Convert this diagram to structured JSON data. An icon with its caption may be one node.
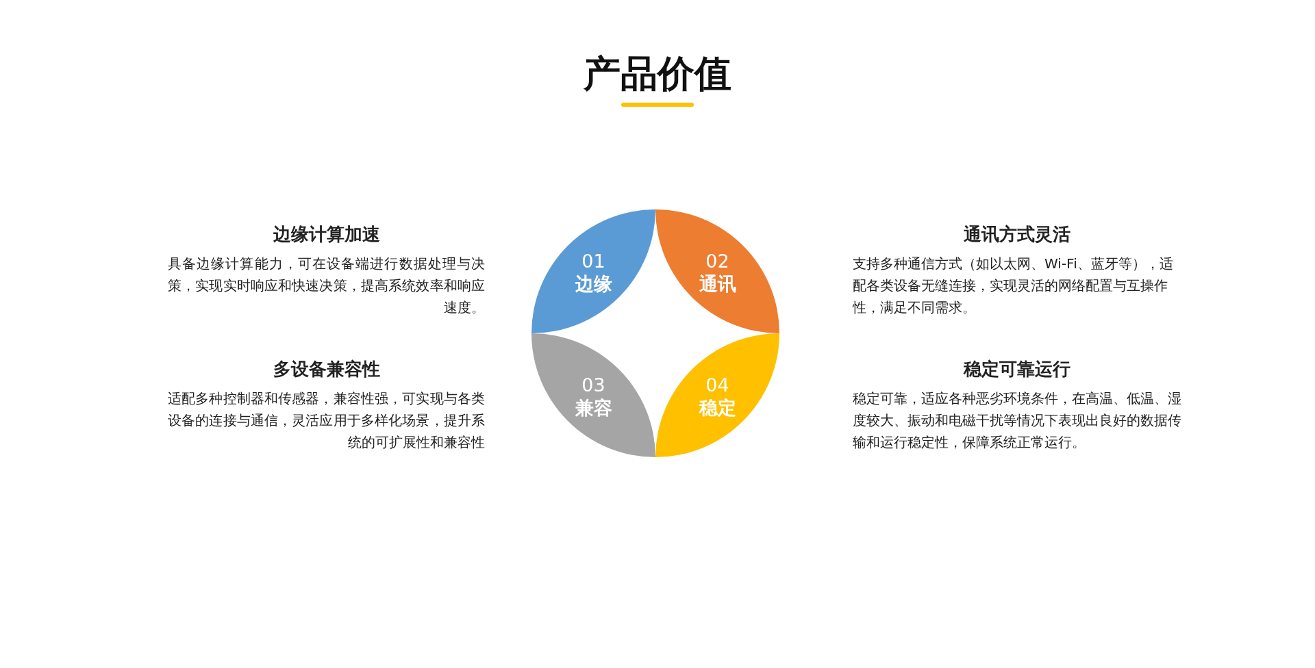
{
  "diagram": {
    "title": "产品价值",
    "nodes": [
      {
        "text": [
          "边缘计算加速",
          "具备边缘计算能力，可在设备端进行数据处理与决策，实现实时响应和快速决策，提高系统效率和响应速度。"
        ]
      },
      {
        "text": [
          "01",
          "边缘"
        ]
      },
      {
        "text": [
          "02",
          "通讯"
        ]
      },
      {
        "text": [
          "通讯方式灵活",
          "支持多种通信方式（如以太网、Wi-Fi、蓝牙等），适配各类设备无缝连接，实现灵活的网络配置与互操作性，满足不同需求。"
        ]
      },
      {
        "text": [
          "多设备兼容性",
          "适配多种控制器和传感器，兼容性强，可实现与各类设备的连接与通信，灵活应用于多样化场景，提升系统的可扩展性和兼容性"
        ]
      },
      {
        "text": [
          "03",
          "兼容"
        ]
      },
      {
        "text": [
          "04",
          "稳定"
        ]
      },
      {
        "text": [
          "稳定可靠运行",
          "稳定可靠，适应各种恶劣环境条件，在高温、低温、湿度较大、振动和电磁干扰等情况下表现出良好的数据传输和运行稳定性，保障系统正常运行。"
        ]
      }
    ]
  }
}
